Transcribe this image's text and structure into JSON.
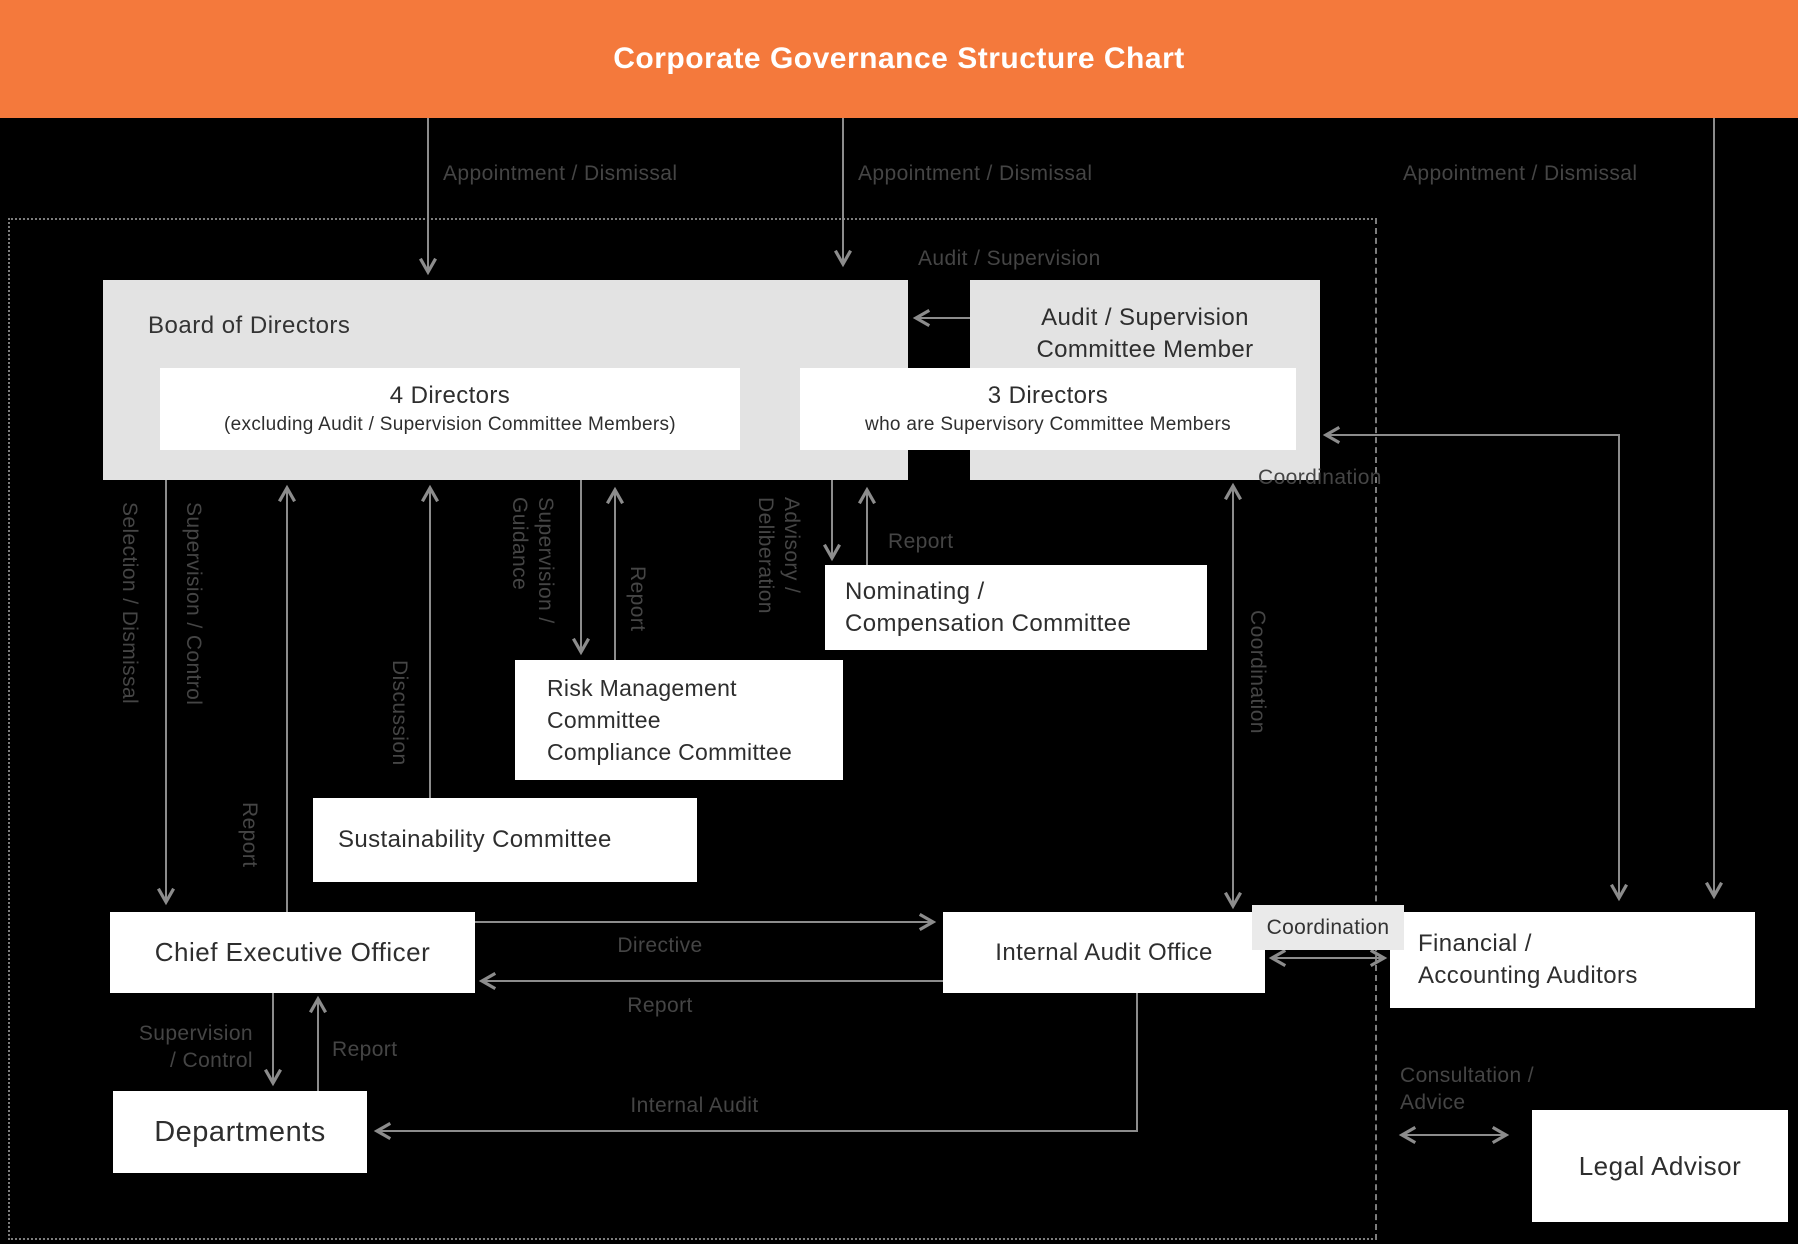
{
  "header": {
    "title": "Corporate Governance Structure Chart"
  },
  "boxes": {
    "board": {
      "title": "Board of Directors"
    },
    "audit_committee": {
      "line1": "Audit / Supervision",
      "line2": "Committee Member"
    },
    "directors4": {
      "line1": "4 Directors",
      "line2": "(excluding Audit / Supervision Committee Members)"
    },
    "directors3": {
      "line1": "3 Directors",
      "line2": "who are Supervisory Committee Members"
    },
    "nominating": {
      "line1": "Nominating /",
      "line2": "Compensation Committee"
    },
    "risk": {
      "line1": "Risk Management Committee",
      "line2": "Compliance Committee"
    },
    "sustainability": {
      "title": "Sustainability Committee"
    },
    "ceo": {
      "title": "Chief Executive Officer"
    },
    "internal_audit": {
      "title": "Internal Audit Office"
    },
    "financial": {
      "line1": "Financial /",
      "line2": "Accounting Auditors"
    },
    "departments": {
      "title": "Departments"
    },
    "legal": {
      "title": "Legal Advisor"
    },
    "coordination_badge": {
      "title": "Coordination"
    }
  },
  "edge_labels": {
    "appointment1": "Appointment / Dismissal",
    "appointment2": "Appointment / Dismissal",
    "appointment3": "Appointment / Dismissal",
    "audit_supervision": "Audit / Supervision",
    "selection_dismissal": "Selection / Dismissal",
    "supervision_control": "Supervision / Control",
    "report_ceo_board": "Report",
    "discussion": "Discussion",
    "supervision_guidance_1": "Supervision /",
    "supervision_guidance_2": "Guidance",
    "report_risk": "Report",
    "advisory_1": "Advisory /",
    "advisory_2": "Deliberation",
    "report_nominating": "Report",
    "coordination_vertical": "Coordination",
    "coordination_l": "Coordination",
    "directive": "Directive",
    "report_iao_ceo": "Report",
    "supervision_control2_1": "Supervision",
    "supervision_control2_2": "/ Control",
    "report_dept_ceo": "Report",
    "internal_audit_edge": "Internal Audit",
    "consultation_1": "Consultation /",
    "consultation_2": "Advice"
  },
  "colors": {
    "header_orange": "#F4793C",
    "background": "#000000",
    "box_gray": "#e3e3e3",
    "box_white": "#ffffff",
    "line_gray": "#8c8c8c",
    "label_gray": "#454545"
  }
}
